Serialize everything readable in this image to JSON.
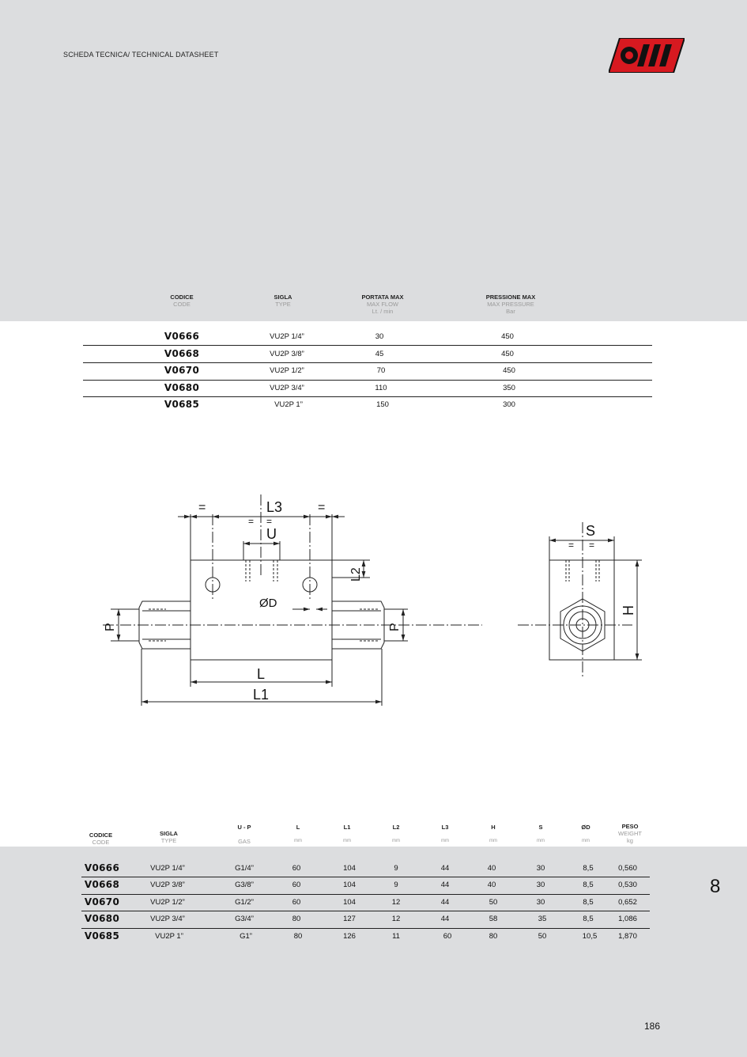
{
  "header": {
    "title": "SCHEDA TECNICA/ TECHNICAL DATASHEET"
  },
  "colors": {
    "band": "#dcdddf",
    "logo_red": "#d71920"
  },
  "table1": {
    "columns": [
      {
        "main": "CODICE",
        "sub": "CODE",
        "sub2": ""
      },
      {
        "main": "SIGLA",
        "sub": "TYPE",
        "sub2": ""
      },
      {
        "main": "PORTATA MAX",
        "sub": "MAX FLOW",
        "sub2": "Lt. / min"
      },
      {
        "main": "PRESSIONE MAX",
        "sub": "MAX PRESSURE",
        "sub2": "Bar"
      }
    ],
    "rows": [
      {
        "code": "V0666",
        "type": "VU2P 1/4”",
        "flow": "30",
        "pressure": "450"
      },
      {
        "code": "V0668",
        "type": "VU2P 3/8”",
        "flow": "45",
        "pressure": "450"
      },
      {
        "code": "V0670",
        "type": "VU2P 1/2”",
        "flow": "70",
        "pressure": "450"
      },
      {
        "code": "V0680",
        "type": "VU2P 3/4”",
        "flow": "110",
        "pressure": "350"
      },
      {
        "code": "V0685",
        "type": "VU2P 1”",
        "flow": "150",
        "pressure": "300"
      }
    ]
  },
  "drawing": {
    "labels": {
      "eq": "=",
      "L3": "L3",
      "U": "U",
      "L2": "L2",
      "D": "ØD",
      "P": "P",
      "L": "L",
      "L1": "L1",
      "S": "S",
      "H": "H"
    }
  },
  "table2": {
    "columns": [
      {
        "main": "CODICE",
        "sub": "CODE"
      },
      {
        "main": "SIGLA",
        "sub": "TYPE"
      },
      {
        "main": "U - P",
        "sub": "GAS"
      },
      {
        "main": "L",
        "sub": "mm"
      },
      {
        "main": "L1",
        "sub": "mm"
      },
      {
        "main": "L2",
        "sub": "mm"
      },
      {
        "main": "L3",
        "sub": "mm"
      },
      {
        "main": "H",
        "sub": "mm"
      },
      {
        "main": "S",
        "sub": "mm"
      },
      {
        "main": "ØD",
        "sub": "mm"
      },
      {
        "main": "PESO",
        "sub": "WEIGHT",
        "sub2": "kg"
      }
    ],
    "rows": [
      {
        "code": "V0666",
        "type": "VU2P 1/4”",
        "up": "G1/4”",
        "L": "60",
        "L1": "104",
        "L2": "9",
        "L3": "44",
        "H": "40",
        "S": "30",
        "D": "8,5",
        "weight": "0,560"
      },
      {
        "code": "V0668",
        "type": "VU2P 3/8”",
        "up": "G3/8”",
        "L": "60",
        "L1": "104",
        "L2": "9",
        "L3": "44",
        "H": "40",
        "S": "30",
        "D": "8,5",
        "weight": "0,530"
      },
      {
        "code": "V0670",
        "type": "VU2P 1/2”",
        "up": "G1/2”",
        "L": "60",
        "L1": "104",
        "L2": "12",
        "L3": "44",
        "H": "50",
        "S": "30",
        "D": "8,5",
        "weight": "0,652"
      },
      {
        "code": "V0680",
        "type": "VU2P 3/4”",
        "up": "G3/4”",
        "L": "80",
        "L1": "127",
        "L2": "12",
        "L3": "44",
        "H": "58",
        "S": "35",
        "D": "8,5",
        "weight": "1,086"
      },
      {
        "code": "V0685",
        "type": "VU2P 1”",
        "up": "G1”",
        "L": "80",
        "L1": "126",
        "L2": "11",
        "L3": "60",
        "H": "80",
        "S": "50",
        "D": "10,5",
        "weight": "1,870"
      }
    ]
  },
  "side_number": "8",
  "page_number": "186"
}
